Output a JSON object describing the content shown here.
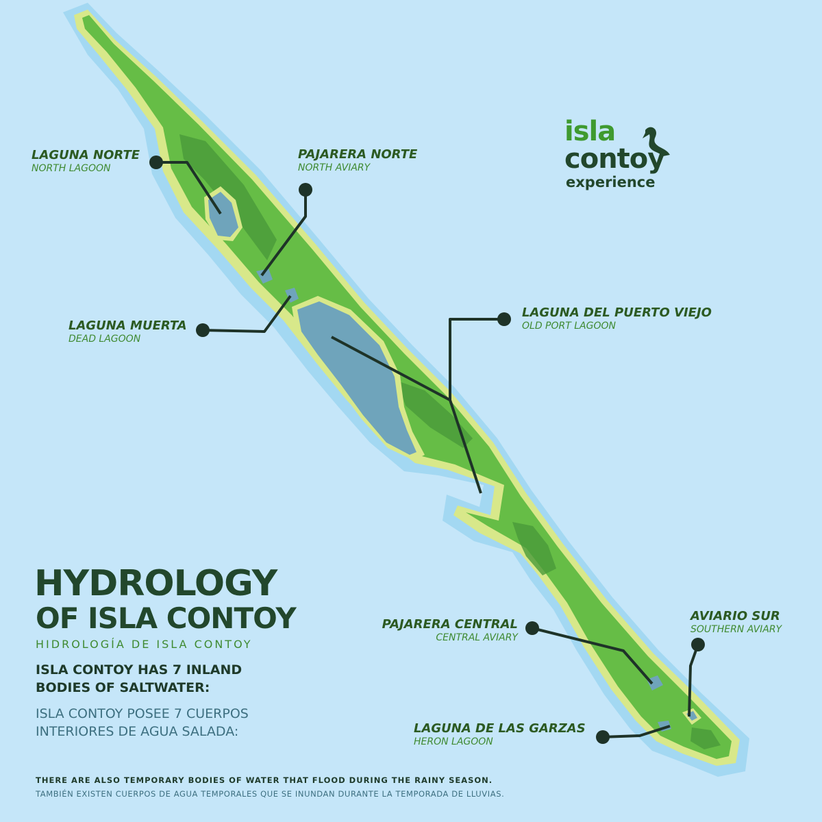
{
  "map": {
    "colors": {
      "sea": "#c5e6f9",
      "shore": "#a3d8f2",
      "beach": "#d8e88a",
      "land": "#66bd46",
      "vegetation_dark": "#4a9a39",
      "lagoon": "#6fa4bb",
      "line": "#1e3328"
    },
    "labels": [
      {
        "id": "laguna-norte",
        "es": "LAGUNA NORTE",
        "en": "NORTH LAGOON"
      },
      {
        "id": "pajarera-norte",
        "es": "PAJARERA NORTE",
        "en": "NORTH AVIARY"
      },
      {
        "id": "laguna-muerta",
        "es": "LAGUNA MUERTA",
        "en": "DEAD LAGOON"
      },
      {
        "id": "laguna-puerto-viejo",
        "es": "LAGUNA DEL PUERTO VIEJO",
        "en": "OLD PORT LAGOON"
      },
      {
        "id": "pajarera-central",
        "es": "PAJARERA CENTRAL",
        "en": "CENTRAL AVIARY"
      },
      {
        "id": "aviario-sur",
        "es": "AVIARIO SUR",
        "en": "SOUTHERN AVIARY"
      },
      {
        "id": "laguna-garzas",
        "es": "LAGUNA DE LAS GARZAS",
        "en": "HERON LAGOON"
      }
    ]
  },
  "logo": {
    "line1": "isla",
    "line2": "contoy",
    "line3": "experience",
    "icon": "pelican-icon"
  },
  "title": {
    "line1": "HYDROLOGY",
    "line2": "OF ISLA CONTOY",
    "subtitle": "HIDROLOGÍA DE ISLA CONTOY"
  },
  "intro": {
    "en": "ISLA CONTOY HAS 7 INLAND BODIES OF SALTWATER:",
    "es": "ISLA CONTOY POSEE 7 CUERPOS INTERIORES DE AGUA SALADA:"
  },
  "note": {
    "en": "THERE ARE ALSO TEMPORARY BODIES OF WATER THAT FLOOD DURING THE RAINY SEASON.",
    "es": "TAMBIÉN EXISTEN CUERPOS DE AGUA TEMPORALES QUE SE INUNDAN DURANTE LA TEMPORADA DE LLUVIAS."
  }
}
